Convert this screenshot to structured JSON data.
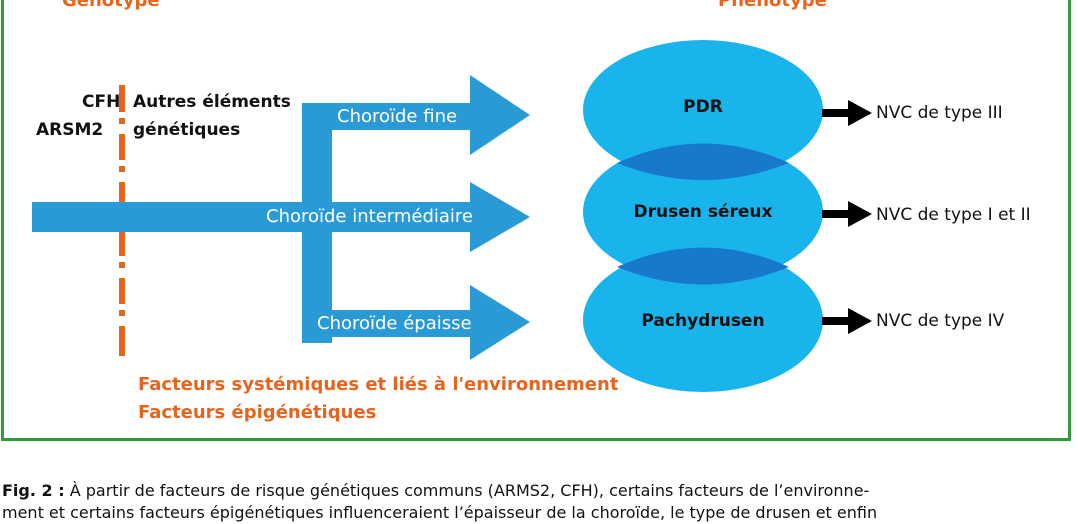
{
  "headers": {
    "genotype": "Génotype",
    "phenotype": "Phénotype"
  },
  "genes": {
    "cfh": "CFH",
    "arsm2": "ARSM2"
  },
  "other_genetic": {
    "line1": "Autres éléments",
    "line2": "génétiques"
  },
  "arrows": {
    "fine": "Choroïde fine",
    "intermediate": "Choroïde intermédiaire",
    "thick": "Choroïde épaisse"
  },
  "phenotypes": {
    "pdr": "PDR",
    "drusen": "Drusen séreux",
    "pachy": "Pachydrusen"
  },
  "outcomes": {
    "nvc3": "NVC de type III",
    "nvc12": "NVC de type I et II",
    "nvc4": "NVC de type IV"
  },
  "factors": {
    "systemic": "Facteurs systémiques et liés à l'environnement",
    "epigenetic": "Facteurs épigénétiques"
  },
  "caption": {
    "label": "Fig. 2 :",
    "line1": "À partir de facteurs de risque génétiques communs (ARMS2, CFH), certains facteurs de l’environne-",
    "line2": "ment et certains facteurs épigénétiques influenceraient l’épaisseur de la choroïde, le type de drusen et enfin"
  },
  "colors": {
    "frame": "#2f9a3a",
    "accent": "#e8641c",
    "arrow": "#2a9ad6",
    "oval": "#19b4ec",
    "overlap": "#1778cc"
  }
}
